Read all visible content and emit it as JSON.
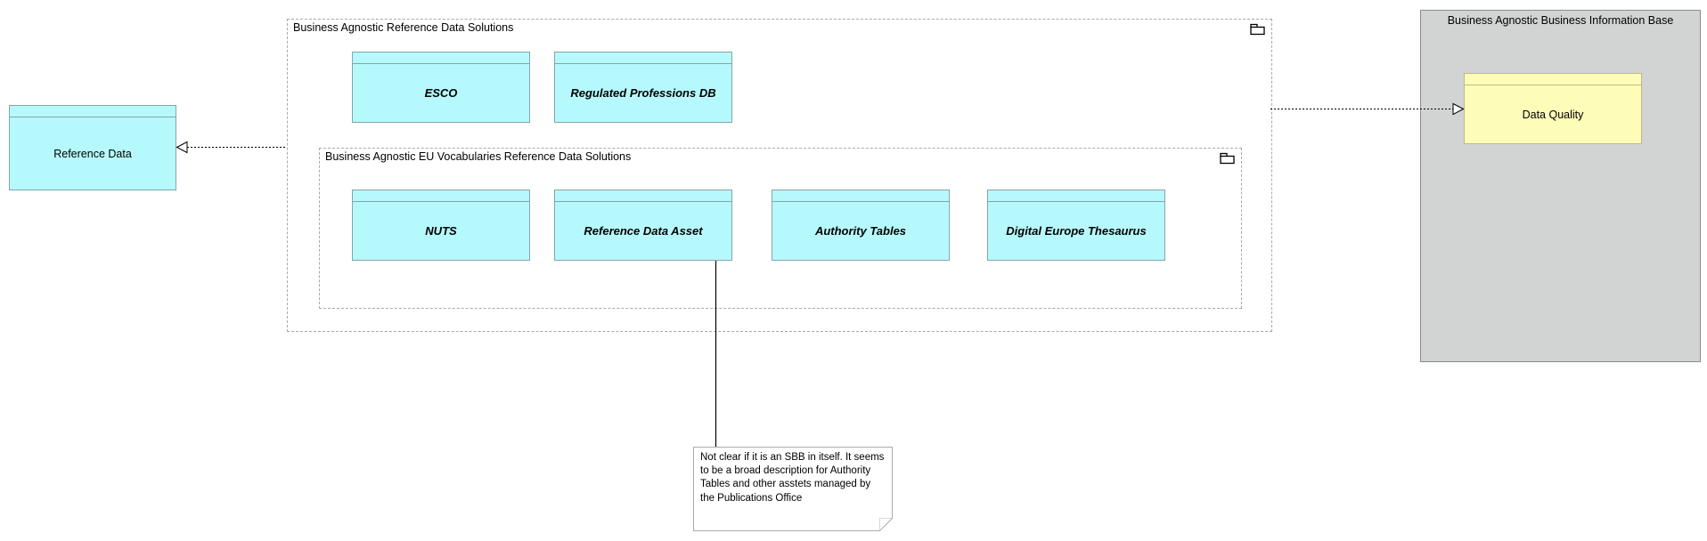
{
  "colors": {
    "canvas_bg": "#FFFFFF",
    "sbb_fill": "#B6F9FC",
    "sbb_border": "#84A5AB",
    "quality_fill": "#FDFCB8",
    "quality_border": "#BEBA82",
    "group_border": "#A9A9A9",
    "base_fill": "#D1D4D3",
    "base_border": "#8C8C8C",
    "note_fill": "#FFFFFF",
    "note_border": "#ABABAB",
    "connector": "#000000",
    "text": "#000000"
  },
  "groups": {
    "reference_data_solutions": {
      "label": "Business Agnostic Reference Data Solutions",
      "icon": "folder-icon"
    },
    "eu_vocabularies": {
      "label": "Business Agnostic EU Vocabularies Reference Data Solutions",
      "icon": "folder-icon"
    },
    "business_information_base": {
      "label": "Business Agnostic Business Information Base"
    }
  },
  "nodes": {
    "reference_data": {
      "label": "Reference Data"
    },
    "esco": {
      "label": "ESCO"
    },
    "regulated_professions_db": {
      "label": "Regulated Professions DB"
    },
    "nuts": {
      "label": "NUTS"
    },
    "reference_data_asset": {
      "label": "Reference Data Asset"
    },
    "authority_tables": {
      "label": "Authority Tables"
    },
    "digital_europe_thesaurus": {
      "label": "Digital Europe Thesaurus"
    },
    "data_quality": {
      "label": "Data Quality"
    }
  },
  "note": {
    "text": "Not clear if it is an SBB in itself. It seems to be a broad description for Authority Tables and other asstets managed by the Publications Office"
  },
  "connections": [
    {
      "from": "reference_data_solutions_group",
      "to": "reference_data",
      "style": "dotted",
      "arrowhead": "open-triangle"
    },
    {
      "from": "reference_data_solutions_group",
      "to": "data_quality",
      "style": "dotted",
      "arrowhead": "open-triangle"
    },
    {
      "from": "reference_data_asset",
      "to": "note",
      "style": "solid",
      "arrowhead": "none"
    }
  ]
}
